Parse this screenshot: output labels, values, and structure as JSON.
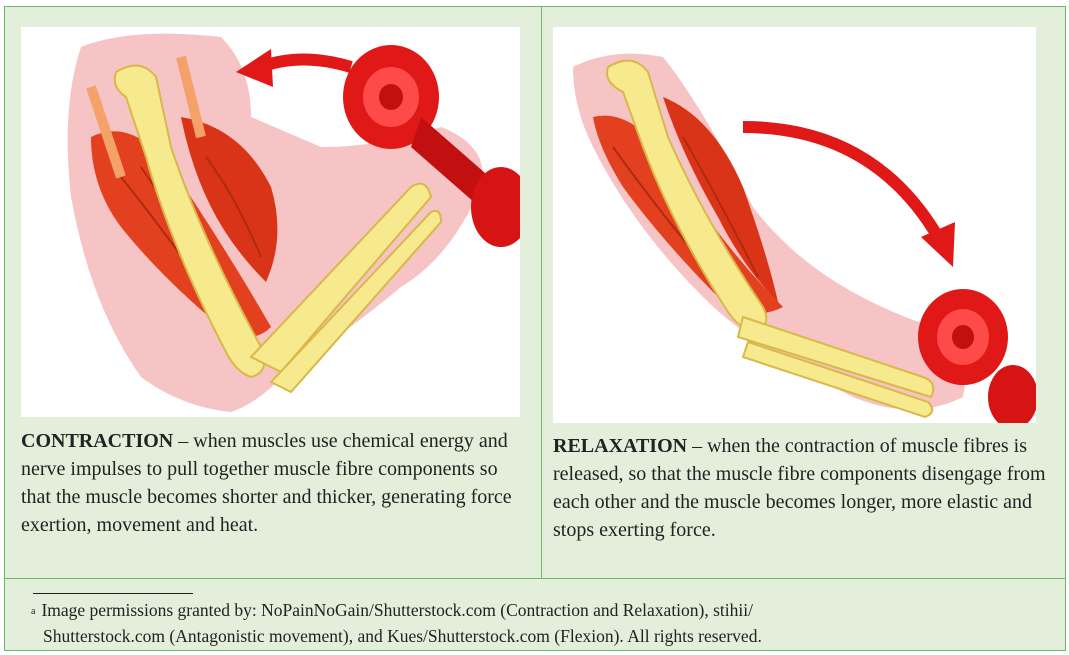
{
  "contraction": {
    "term": "CONTRACTION",
    "text": " – when muscles use chemical energy and nerve impulses to pull together muscle fibre components so that the muscle becomes shorter and thicker, generating force exertion, movement and heat."
  },
  "relaxation": {
    "term": "RELAXATION",
    "text": " – when the contraction of muscle fibres is released, so that the muscle fibre components disengage from each other and the muscle becomes longer, more elastic and stops exerting force."
  },
  "footnote": {
    "marker": "a",
    "line1": "Image permissions granted by: NoPainNoGain/Shutterstock.com (Contraction and Relaxation), stihii/",
    "line2": "Shutterstock.com (Antagonistic movement), and Kues/Shutterstock.com (Flexion). All rights reserved."
  },
  "colors": {
    "panel_bg": "#e3eedb",
    "border": "#6db86a",
    "muscle": "#e2401e",
    "bone": "#f6e98e",
    "skin": "#f6c4c4",
    "weight": "#e01818"
  }
}
